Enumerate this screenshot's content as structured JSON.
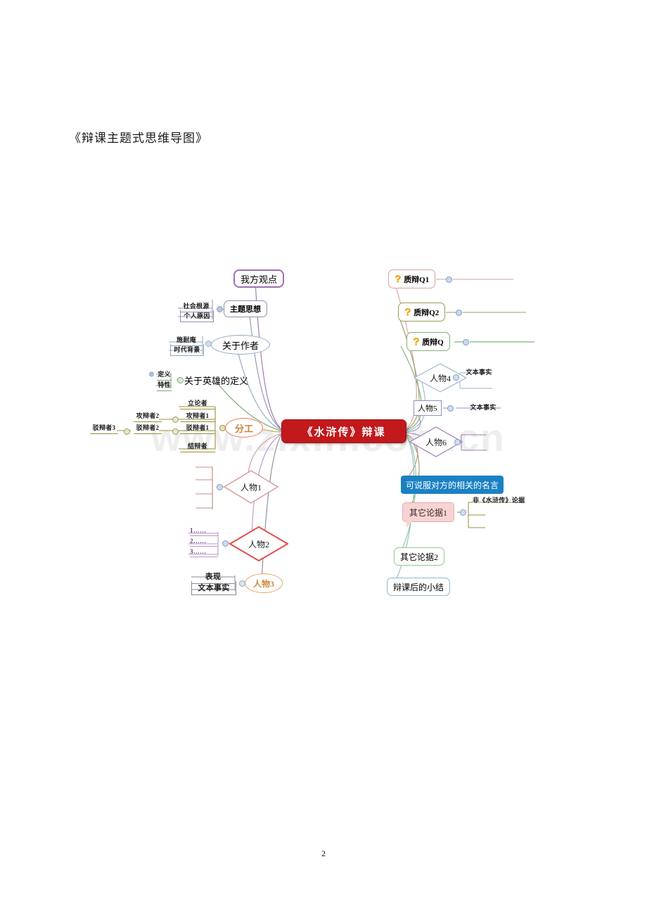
{
  "document": {
    "title": "《辩课主题式思维导图》",
    "page_number": "2",
    "watermark": "www.zixin.com.cn"
  },
  "mindmap": {
    "central": {
      "label": "《水浒传》辩课",
      "color": "#c1191c",
      "text_color": "#ffffff"
    },
    "left_branches": [
      {
        "id": "wofangguandian",
        "label": "我方观点",
        "shape": "rounded-rect",
        "border_color": "#9b72b0",
        "children": []
      },
      {
        "id": "zhutisixiang",
        "label": "主题思想",
        "shape": "rounded-rect",
        "border_color": "#8f90b5",
        "children": [
          {
            "label": "社会根源"
          },
          {
            "label": "个人原因"
          }
        ]
      },
      {
        "id": "guanyuzuozhe",
        "label": "关于作者",
        "shape": "ellipse",
        "border_color": "#8fa8bf",
        "children": [
          {
            "label": "施耐庵"
          },
          {
            "label": "时代背景"
          }
        ]
      },
      {
        "id": "yingxiongdingyi",
        "label": "关于英雄的定义",
        "shape": "plain",
        "border_color": "#7aa86f",
        "children": [
          {
            "label": "定义",
            "has_expand_icon": true
          },
          {
            "label": "特性"
          }
        ]
      },
      {
        "id": "fengong",
        "label": "分工",
        "shape": "ellipse",
        "border_color": "#e8775a",
        "text_color": "#c9803a",
        "children": [
          {
            "label": "立论者"
          },
          {
            "label": "攻辩者1",
            "children": [
              {
                "label": "攻辩者2"
              }
            ]
          },
          {
            "label": "驳辩者1",
            "children": [
              {
                "label": "驳辩者2",
                "children": [
                  {
                    "label": "驳辩者3"
                  }
                ]
              }
            ]
          },
          {
            "label": "结辩者"
          }
        ]
      },
      {
        "id": "renwu1",
        "label": "人物1",
        "shape": "diamond",
        "border_color": "#d79a9a",
        "children": [
          {
            "label": ""
          },
          {
            "label": ""
          },
          {
            "label": ""
          },
          {
            "label": ""
          }
        ]
      },
      {
        "id": "renwu2",
        "label": "人物2",
        "shape": "diamond",
        "border_color": "#e2504a",
        "children": [
          {
            "label": "1……"
          },
          {
            "label": "2……"
          },
          {
            "label": "3……"
          }
        ]
      },
      {
        "id": "renwu3",
        "label": "人物3",
        "shape": "ellipse",
        "border_color": "#f0a06a",
        "text_color": "#d08a3c",
        "children": [
          {
            "label": "表现"
          },
          {
            "label": "文本事实"
          }
        ]
      }
    ],
    "right_branches": [
      {
        "id": "zhibian-q1",
        "label": "质辩Q1",
        "icon": "question-mark-icon",
        "shape": "rounded-rect",
        "border_color": "#d9a0a0",
        "children": []
      },
      {
        "id": "zhibian-q2",
        "label": "质辩Q2",
        "icon": "question-mark-icon",
        "shape": "rounded-rect",
        "border_color": "#9b9b5e",
        "children": []
      },
      {
        "id": "zhibian-q",
        "label": "质辩Q",
        "icon": "question-mark-icon",
        "shape": "rounded-rect",
        "border_color": "#7cb07c",
        "children": []
      },
      {
        "id": "renwu4",
        "label": "人物4",
        "shape": "diamond",
        "border_color": "#9fb7cc",
        "children": [
          {
            "label": "文本事实",
            "shape": "plain"
          },
          {
            "label": ""
          }
        ]
      },
      {
        "id": "renwu5",
        "label": "人物5",
        "shape": "rect",
        "border_color": "#8f92bd",
        "children": [
          {
            "label": "文本事实",
            "shape": "plain"
          }
        ]
      },
      {
        "id": "renwu6",
        "label": "人物6",
        "shape": "diamond",
        "border_color": "#a07fb5",
        "children": [
          {
            "label": ""
          },
          {
            "label": ""
          }
        ]
      },
      {
        "id": "mingyan",
        "label": "可说服对方的相关的名言",
        "shape": "filled-rect",
        "fill_color": "#1b81c4",
        "text_color": "#ffffff",
        "children": []
      },
      {
        "id": "qitalunju1",
        "label": "其它论据1",
        "shape": "callout",
        "fill_color": "#f8d3d3",
        "border_color": "#e8a9a9",
        "children": [
          {
            "label": "非《水浒传》论据"
          },
          {
            "label": ""
          },
          {
            "label": ""
          }
        ]
      },
      {
        "id": "qitalunju2",
        "label": "其它论据2",
        "shape": "rounded-rect",
        "border_color": "#8ec98e",
        "children": []
      },
      {
        "id": "bianke-xiaojie",
        "label": "辩课后的小结",
        "shape": "rounded-rect",
        "border_color": "#8fb9cf",
        "children": []
      }
    ]
  }
}
